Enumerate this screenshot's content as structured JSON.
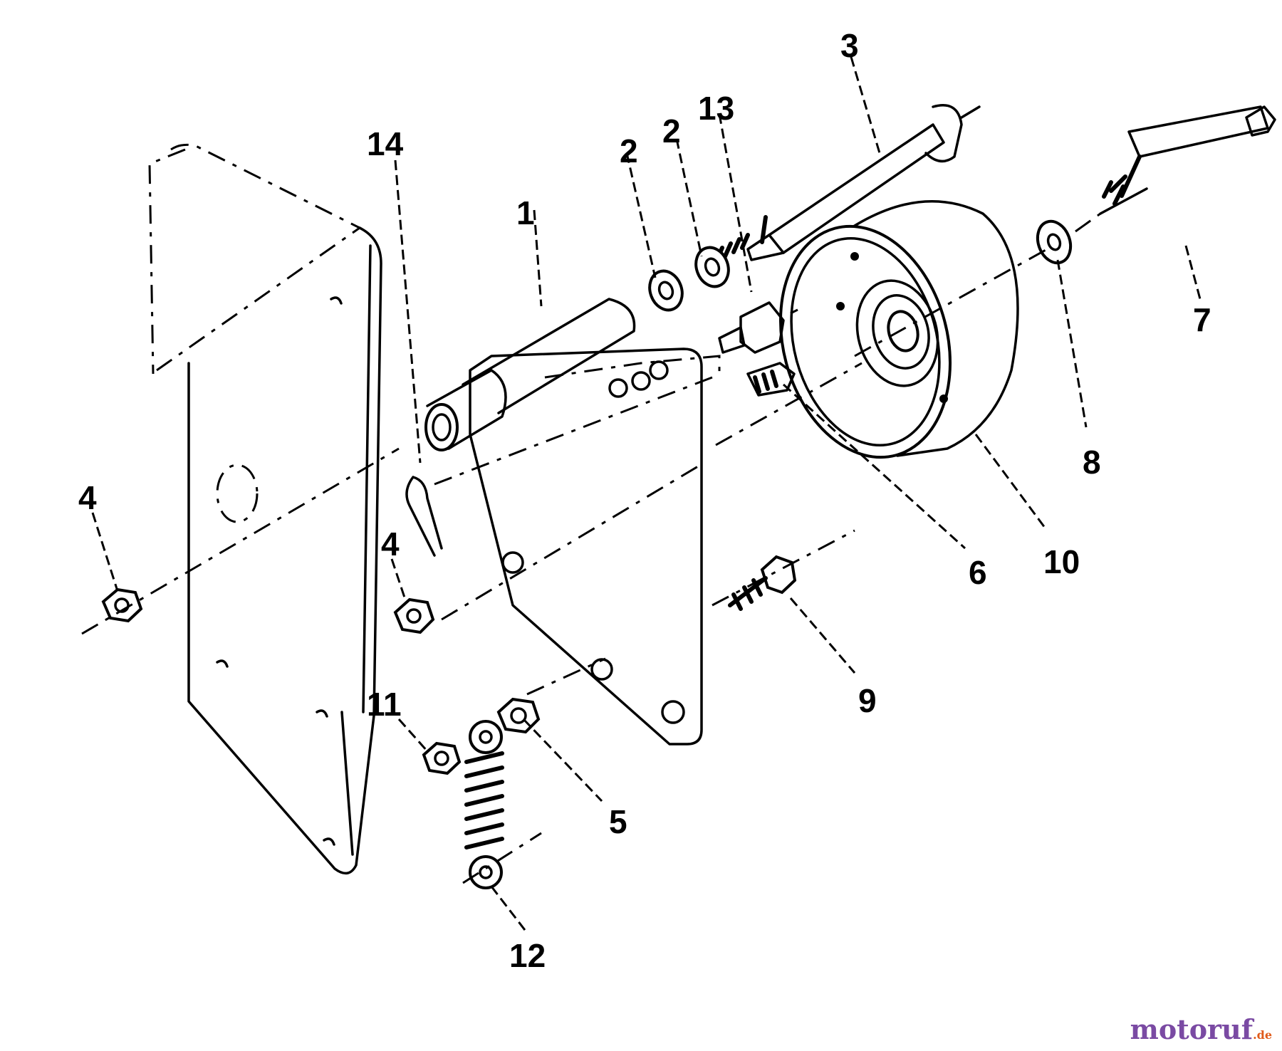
{
  "callouts": [
    {
      "id": "c1",
      "label": "1"
    },
    {
      "id": "c2a",
      "label": "2"
    },
    {
      "id": "c2b",
      "label": "2"
    },
    {
      "id": "c3",
      "label": "3"
    },
    {
      "id": "c4a",
      "label": "4"
    },
    {
      "id": "c4b",
      "label": "4"
    },
    {
      "id": "c5",
      "label": "5"
    },
    {
      "id": "c6",
      "label": "6"
    },
    {
      "id": "c7",
      "label": "7"
    },
    {
      "id": "c8",
      "label": "8"
    },
    {
      "id": "c9",
      "label": "9"
    },
    {
      "id": "c10",
      "label": "10"
    },
    {
      "id": "c11",
      "label": "11"
    },
    {
      "id": "c12",
      "label": "12"
    },
    {
      "id": "c13",
      "label": "13"
    },
    {
      "id": "c14",
      "label": "14"
    }
  ],
  "watermark": {
    "brand": "motoruf",
    "tld": ".de"
  }
}
